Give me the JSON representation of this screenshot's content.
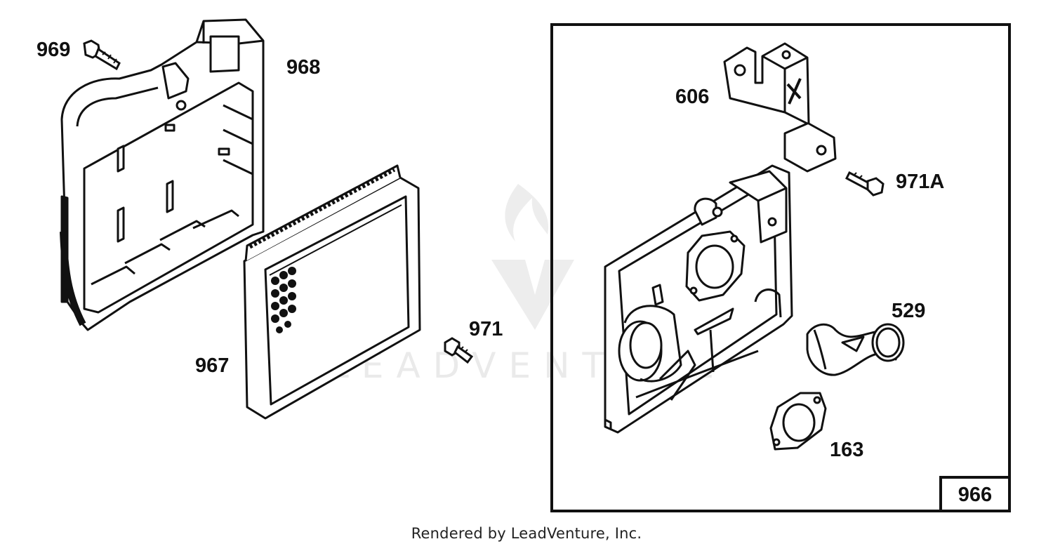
{
  "labels": {
    "p969": "969",
    "p968": "968",
    "p967": "967",
    "p971": "971",
    "p606": "606",
    "p971a": "971A",
    "p529": "529",
    "p163": "163",
    "p966": "966"
  },
  "watermark": {
    "text": "LEADVENTURE"
  },
  "footer": {
    "text": "Rendered by LeadVenture, Inc."
  },
  "colors": {
    "ink": "#111111",
    "watermark": "#e6e6e6",
    "background": "#ffffff"
  }
}
